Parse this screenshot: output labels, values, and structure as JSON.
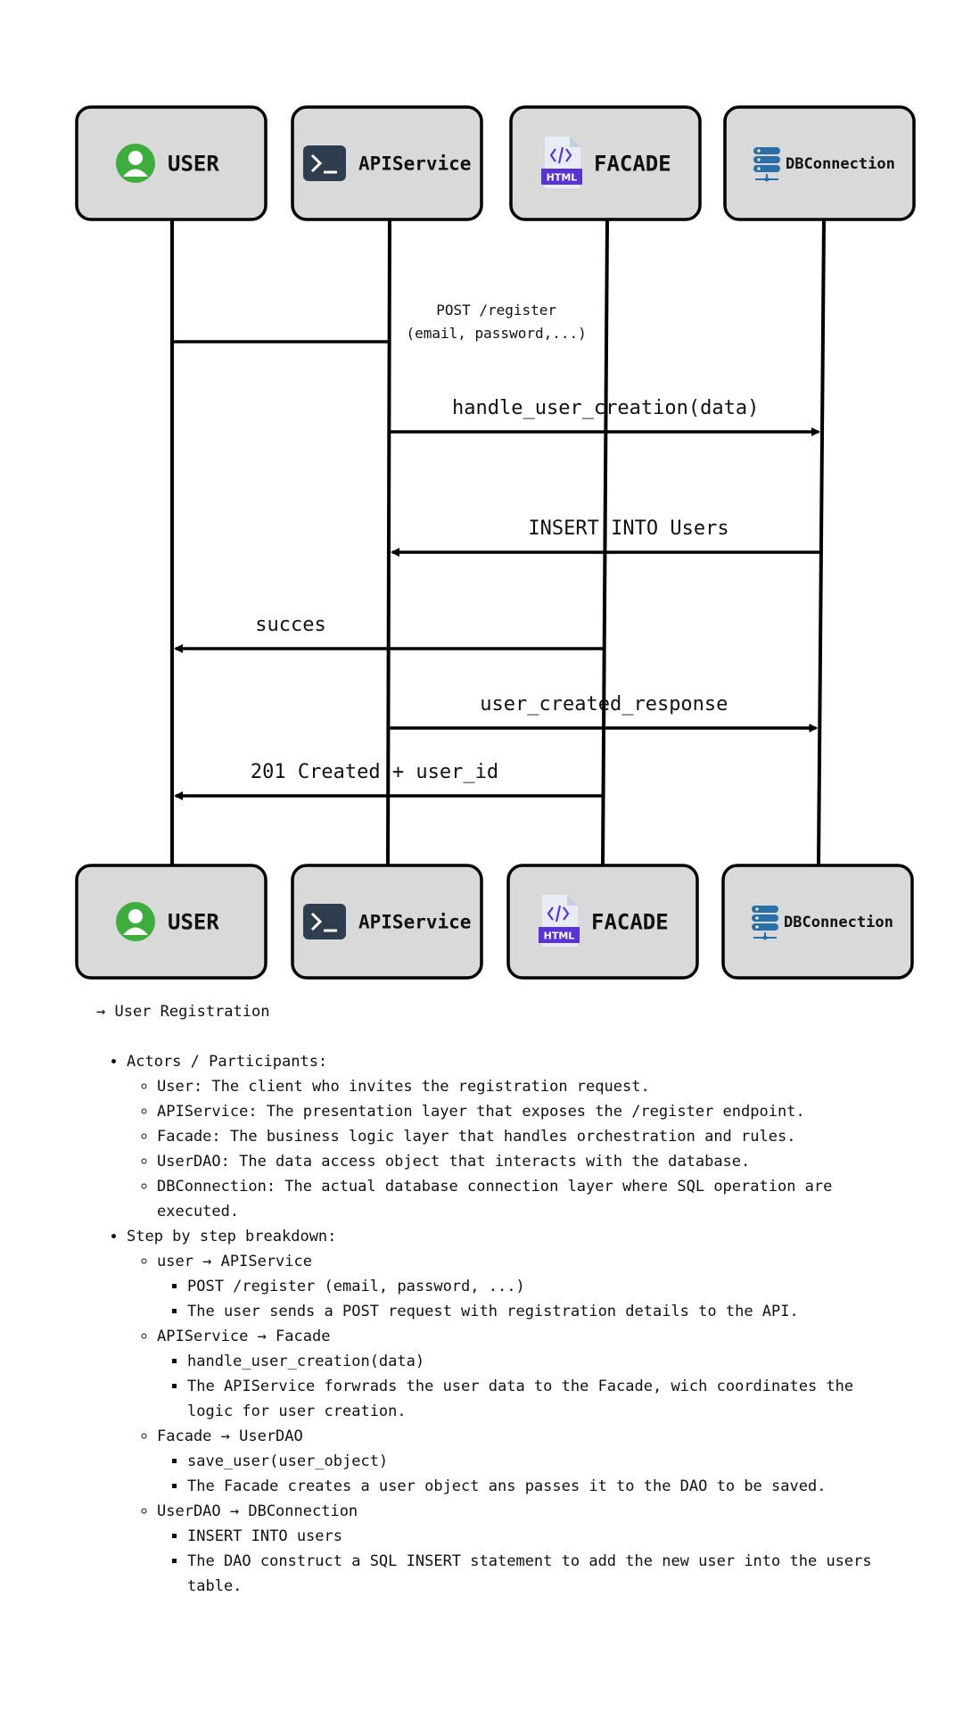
{
  "diagram": {
    "participants": [
      {
        "id": "user",
        "name": "USER",
        "icon": "user-icon"
      },
      {
        "id": "api",
        "name": "APIService",
        "icon": "terminal-icon"
      },
      {
        "id": "facade",
        "name": "FACADE",
        "icon": "html-file-icon"
      },
      {
        "id": "db",
        "name": "DBConnection",
        "icon": "database-icon"
      }
    ],
    "messages": [
      {
        "from": "user",
        "to": "api",
        "label": [
          "POST /register",
          "(email, password,...)"
        ],
        "arrow": false,
        "small": true
      },
      {
        "from": "api",
        "to": "db",
        "label": [
          "handle_user_creation(data)"
        ],
        "arrow": true
      },
      {
        "from": "db",
        "to": "api",
        "label": [
          "INSERT INTO Users"
        ],
        "arrow": true
      },
      {
        "from": "facade",
        "to": "user",
        "label": [
          "succes"
        ],
        "arrow": true
      },
      {
        "from": "api",
        "to": "db",
        "label": [
          "user_created_response"
        ],
        "arrow": true
      },
      {
        "from": "facade",
        "to": "user",
        "label": [
          "201 Created + user_id"
        ],
        "arrow": true
      }
    ],
    "icon_badge_text": "HTML",
    "colors": {
      "user_icon": "#3dae3d",
      "terminal_icon": "#2f3e4e",
      "html_icon": "#5a33d6",
      "db_icon": "#2a6fa8",
      "box_fill": "#d9d9d9"
    }
  },
  "notes": {
    "heading": "→ User Registration",
    "sections": [
      {
        "title": "Actors / Participants:",
        "items": [
          {
            "text": "User: The client who invites the registration request."
          },
          {
            "text": "APIService: The presentation layer that exposes the /register endpoint."
          },
          {
            "text": "Facade: The business logic layer that handles orchestration and rules."
          },
          {
            "text": "UserDAO: The data access object that interacts with the database."
          },
          {
            "text": "DBConnection: The actual database connection layer where SQL operation are executed."
          }
        ]
      },
      {
        "title": "Step by step breakdown:",
        "items": [
          {
            "text": "user → APIService",
            "sub": [
              "POST /register (email, password, ...)",
              "The user sends a POST request with registration details to the API."
            ]
          },
          {
            "text": "APIService → Facade",
            "sub": [
              "handle_user_creation(data)",
              "The APIService forwrads the user data to the Facade, wich coordinates the logic for user creation."
            ]
          },
          {
            "text": "Facade → UserDAO",
            "sub": [
              "save_user(user_object)",
              "The Facade creates a user object ans passes it to the DAO to be saved."
            ]
          },
          {
            "text": "UserDAO → DBConnection",
            "sub": [
              "INSERT INTO users",
              "The DAO construct a SQL INSERT statement to add the new user into the users table."
            ]
          }
        ]
      }
    ]
  }
}
